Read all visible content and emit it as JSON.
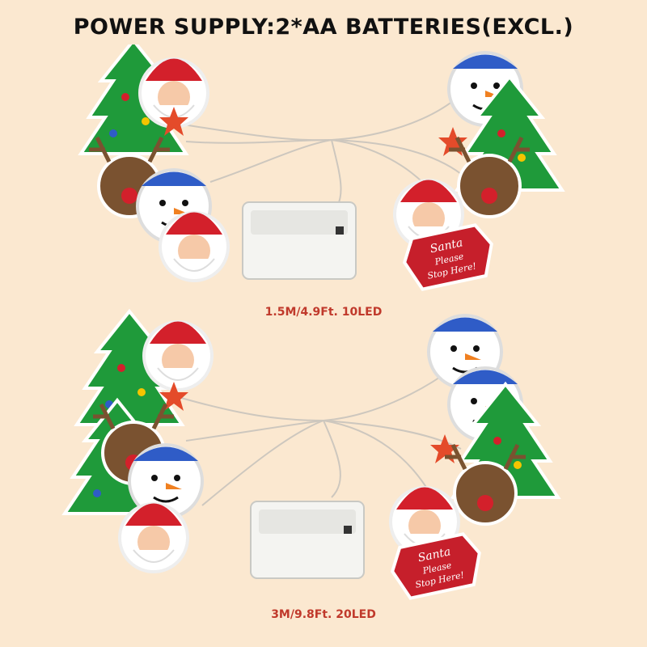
{
  "header": {
    "title": "POWER SUPPLY:2*AA BATTERIES(EXCL.)"
  },
  "products": [
    {
      "caption": "1.5M/4.9Ft. 10LED"
    },
    {
      "caption": "3M/9.8Ft. 20LED"
    }
  ],
  "signs": {
    "line1": "Santa",
    "line2": "Please",
    "line3": "Stop Here!"
  },
  "colors": {
    "background": "#fbe8d0",
    "caption": "#c0392b",
    "tree": "#1f9a3a",
    "santa_red": "#d3202b",
    "snowman_blue": "#2f5cc7"
  }
}
